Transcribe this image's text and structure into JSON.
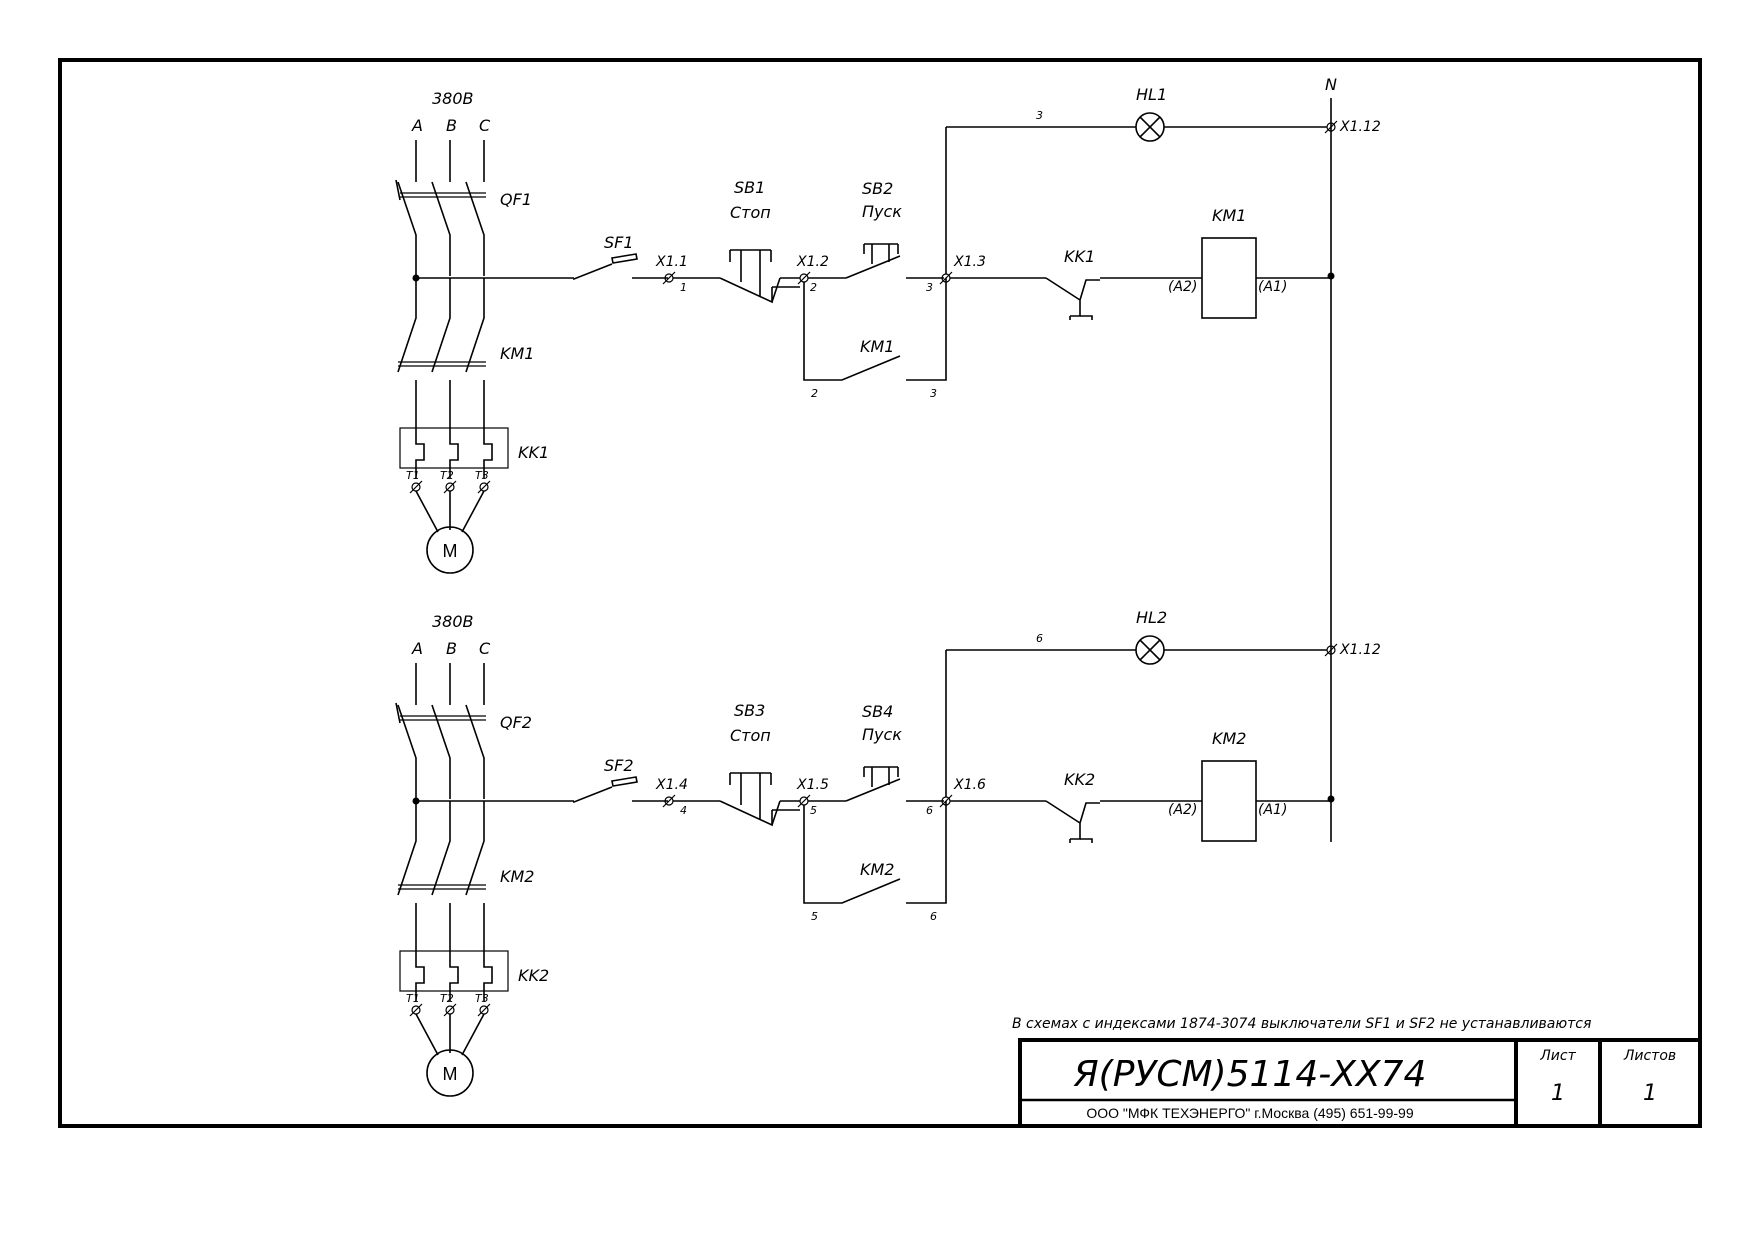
{
  "supply": {
    "voltage": "380В",
    "phases": [
      "A",
      "B",
      "C"
    ],
    "neutral": "N"
  },
  "circuits": [
    {
      "breaker": "QF1",
      "contactor": "KM1",
      "relay": "KK1",
      "terminals_motor": [
        "T1",
        "T2",
        "T3"
      ],
      "motor": "M",
      "fuse": "SF1",
      "term_a": "X1.1",
      "term_a_num": "1",
      "stop_btn": "SB1",
      "stop_text": "Стоп",
      "term_b": "X1.2",
      "term_b_num": "2",
      "start_btn": "SB2",
      "start_text": "Пуск",
      "term_c": "X1.3",
      "term_c_num": "3",
      "relay_contact": "KK1",
      "coil": "KM1",
      "coil_a2": "(A2)",
      "coil_a1": "(A1)",
      "hold_contact": "KM1",
      "hold_left": "2",
      "hold_right": "3",
      "lamp": "HL1",
      "lamp_wire": "3",
      "n_term": "X1.12"
    },
    {
      "breaker": "QF2",
      "contactor": "KM2",
      "relay": "KK2",
      "terminals_motor": [
        "T1",
        "T2",
        "T3"
      ],
      "motor": "M",
      "fuse": "SF2",
      "term_a": "X1.4",
      "term_a_num": "4",
      "stop_btn": "SB3",
      "stop_text": "Стоп",
      "term_b": "X1.5",
      "term_b_num": "5",
      "start_btn": "SB4",
      "start_text": "Пуск",
      "term_c": "X1.6",
      "term_c_num": "6",
      "relay_contact": "KK2",
      "coil": "KM2",
      "coil_a2": "(A2)",
      "coil_a1": "(A1)",
      "hold_contact": "KM2",
      "hold_left": "5",
      "hold_right": "6",
      "lamp": "HL2",
      "lamp_wire": "6",
      "n_term": "X1.12"
    }
  ],
  "note": "В схемах с индексами 1874-3074 выключатели SF1 и SF2 не устанавливаются",
  "title_block": {
    "designation": "Я(РУСМ)5114-XX74",
    "company": "ООО \"МФК ТЕХЭНЕРГО\" г.Москва  (495) 651-99-99",
    "sheet_label": "Лист",
    "sheet_value": "1",
    "sheets_label": "Листов",
    "sheets_value": "1"
  }
}
